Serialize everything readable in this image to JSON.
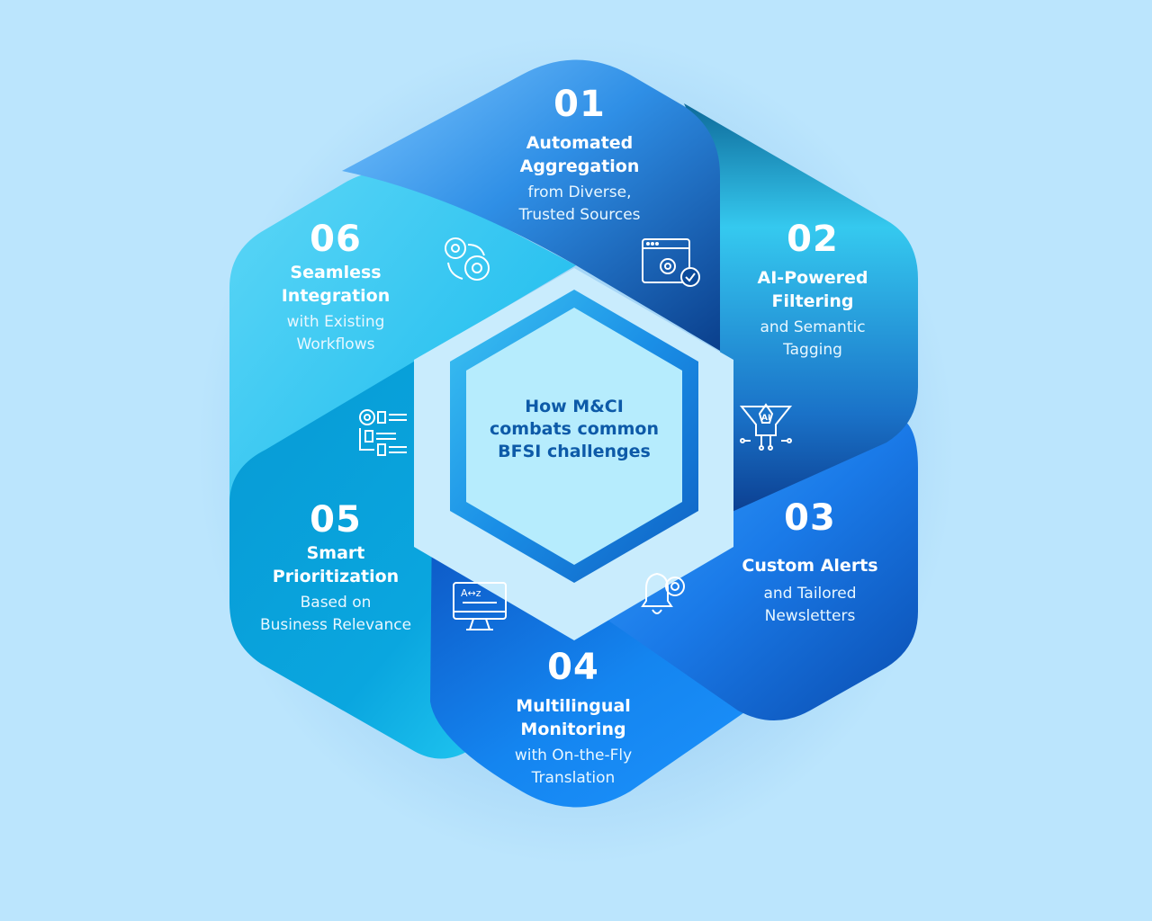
{
  "center": {
    "line1": "How M&CI",
    "line2": "combats common",
    "line3": "BFSI challenges"
  },
  "segments": [
    {
      "number": "01",
      "title1": "Automated",
      "title2": "Aggregation",
      "sub1": "from Diverse,",
      "sub2": "Trusted Sources",
      "icon": "settings-window-check-icon"
    },
    {
      "number": "02",
      "title1": "AI-Powered",
      "title2": "Filtering",
      "sub1": "and Semantic",
      "sub2": "Tagging",
      "icon": "ai-funnel-icon"
    },
    {
      "number": "03",
      "title1": "Custom Alerts",
      "title2": "",
      "sub1": "and Tailored",
      "sub2": "Newsletters",
      "icon": "bell-gear-icon"
    },
    {
      "number": "04",
      "title1": "Multilingual",
      "title2": "Monitoring",
      "sub1": "with On-the-Fly",
      "sub2": "Translation",
      "icon": "translation-monitor-icon"
    },
    {
      "number": "05",
      "title1": "Smart",
      "title2": "Prioritization",
      "sub1": "Based on",
      "sub2": "Business Relevance",
      "icon": "priority-list-icon"
    },
    {
      "number": "06",
      "title1": "Seamless",
      "title2": "Integration",
      "sub1": "with Existing",
      "sub2": "Workflows",
      "icon": "gears-icon"
    }
  ],
  "colors": {
    "background": "#bbe5fd",
    "center_text": "#0d5aa8",
    "segment_light": "#35c8f0",
    "segment_mid": "#1a8fe0",
    "segment_dark": "#0a4fa6"
  }
}
